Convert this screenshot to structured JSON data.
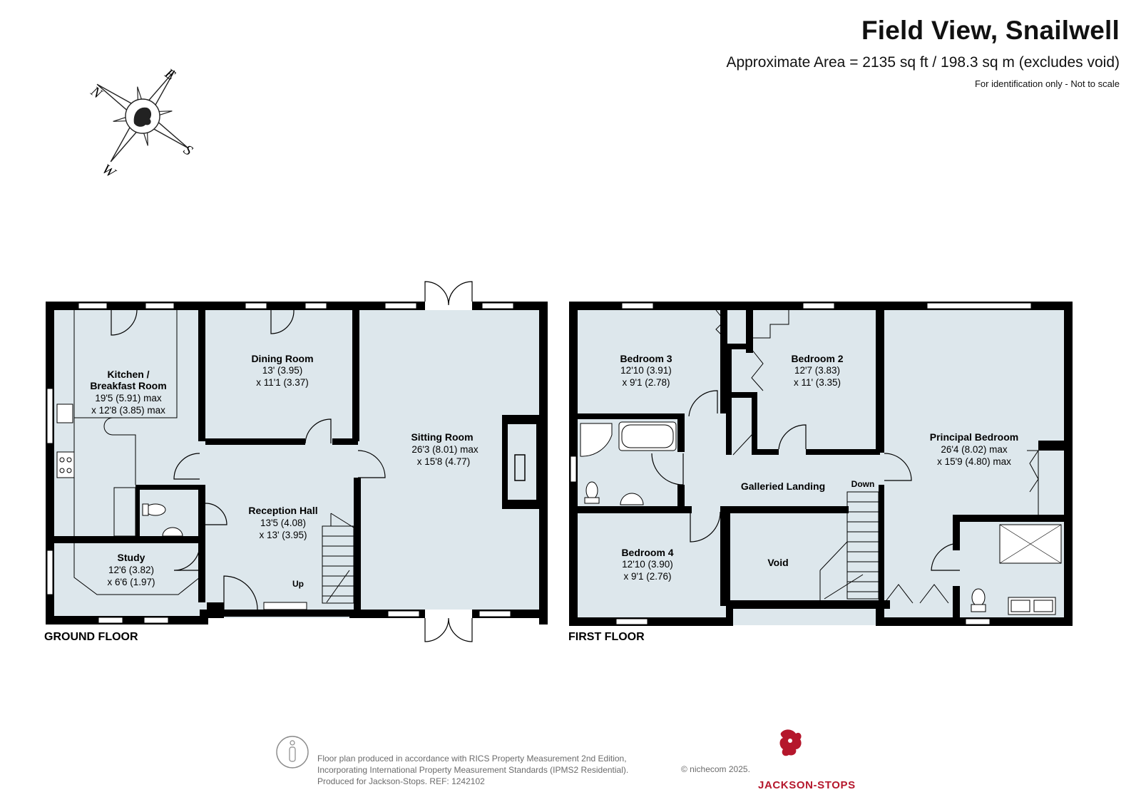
{
  "header": {
    "title": "Field View, Snailwell",
    "area": "Approximate Area = 2135 sq ft / 198.3 sq m (excludes void)",
    "note": "For identification only - Not to scale"
  },
  "compass": {
    "n": "N",
    "e": "E",
    "s": "S",
    "w": "W"
  },
  "ground_floor": {
    "label": "GROUND FLOOR",
    "kitchen": {
      "name1": "Kitchen /",
      "name2": "Breakfast Room",
      "dim1": "19'5 (5.91) max",
      "dim2": "x 12'8 (3.85) max"
    },
    "dining": {
      "name": "Dining Room",
      "dim1": "13' (3.95)",
      "dim2": "x 11'1 (3.37)"
    },
    "sitting": {
      "name": "Sitting Room",
      "dim1": "26'3 (8.01) max",
      "dim2": "x 15'8 (4.77)"
    },
    "reception": {
      "name": "Reception Hall",
      "dim1": "13'5 (4.08)",
      "dim2": "x 13' (3.95)"
    },
    "study": {
      "name": "Study",
      "dim1": "12'6 (3.82)",
      "dim2": "x 6'6 (1.97)"
    },
    "stairs": "Up"
  },
  "first_floor": {
    "label": "FIRST FLOOR",
    "bed3": {
      "name": "Bedroom 3",
      "dim1": "12'10 (3.91)",
      "dim2": "x 9'1 (2.78)"
    },
    "bed2": {
      "name": "Bedroom 2",
      "dim1": "12'7 (3.83)",
      "dim2": "x 11' (3.35)"
    },
    "principal": {
      "name": "Principal Bedroom",
      "dim1": "26'4 (8.02) max",
      "dim2": "x 15'9 (4.80) max"
    },
    "landing": "Galleried Landing",
    "stairs": "Down",
    "bed4": {
      "name": "Bedroom 4",
      "dim1": "12'10 (3.90)",
      "dim2": "x 9'1 (2.76)"
    },
    "void": "Void"
  },
  "footer": {
    "line1": "Floor plan produced in accordance with RICS Property Measurement 2nd Edition,",
    "line2": "Incorporating International Property Measurement Standards (IPMS2 Residential).",
    "line3": "Produced for Jackson-Stops.   REF: 1242102",
    "copyright": "© nichecom 2025.",
    "brand": "JACKSON-STOPS"
  },
  "colors": {
    "room_fill": "#dde7ec",
    "wall": "#000000",
    "brand": "#b5172c"
  }
}
